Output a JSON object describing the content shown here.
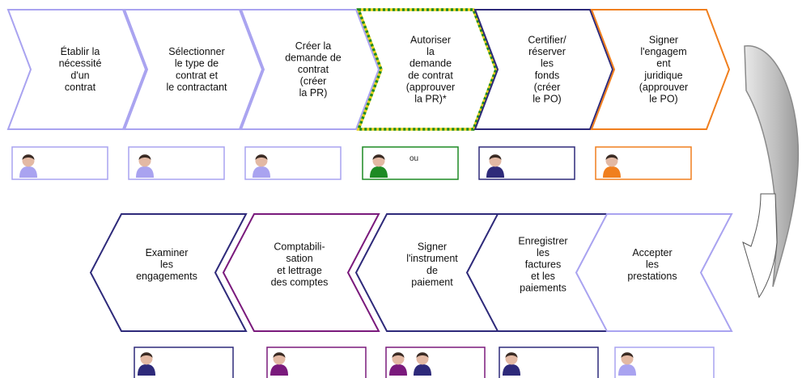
{
  "colors": {
    "light_purple": "#a9a3f0",
    "navy": "#2e2a7a",
    "green": "#1d8a24",
    "orange": "#f07f1e",
    "purple": "#7a1a7c",
    "yellow": "#e6d21a",
    "gray_arrow": "#c8c8c8"
  },
  "row1": [
    {
      "lines": [
        "Établir la",
        "nécessité",
        "d'un",
        "contrat"
      ],
      "color": "light_purple"
    },
    {
      "lines": [
        "Sélectionner",
        "le type de",
        "contrat et",
        "le contractant"
      ],
      "color": "light_purple"
    },
    {
      "lines": [
        "Créer la",
        "demande de",
        "contrat",
        "(créer",
        "la PR)"
      ],
      "color": "light_purple"
    },
    {
      "lines": [
        "Autoriser",
        "la",
        "demande",
        "de contrat",
        "(approuver",
        "la PR)*"
      ],
      "color": "green",
      "dashed": true
    },
    {
      "lines": [
        "Certifier/",
        "réserver",
        "les",
        "fonds",
        "(créer",
        "le PO)"
      ],
      "color": "navy"
    },
    {
      "lines": [
        "Signer",
        "l'engagem",
        "ent",
        "juridique",
        "(approuver",
        "le PO)"
      ],
      "color": "orange"
    }
  ],
  "row2": [
    {
      "lines": [
        "Examiner",
        "les",
        "engagements"
      ],
      "color": "navy"
    },
    {
      "lines": [
        "Comptabili-",
        "sation",
        "et lettrage",
        "des comptes"
      ],
      "color": "purple"
    },
    {
      "lines": [
        "Signer",
        "l'instrument",
        "de",
        "paiement"
      ],
      "color": "navy"
    },
    {
      "lines": [
        "Enregistrer",
        "les",
        "factures",
        "et les",
        "paiements"
      ],
      "color": "navy"
    },
    {
      "lines": [
        "Accepter",
        "les",
        "prestations"
      ],
      "color": "light_purple"
    }
  ],
  "row1_actors": [
    {
      "avatars": [
        "light_purple"
      ],
      "color": "light_purple"
    },
    {
      "avatars": [
        "light_purple"
      ],
      "color": "light_purple"
    },
    {
      "avatars": [
        "light_purple"
      ],
      "color": "light_purple"
    },
    {
      "avatars": [
        "green"
      ],
      "color": "green",
      "label": "ou"
    },
    {
      "avatars": [
        "navy"
      ],
      "color": "navy"
    },
    {
      "avatars": [
        "orange"
      ],
      "color": "orange"
    }
  ],
  "row2_actors": [
    {
      "avatars": [
        "navy"
      ],
      "color": "navy"
    },
    {
      "avatars": [
        "purple"
      ],
      "color": "purple"
    },
    {
      "avatars": [
        "purple",
        "navy"
      ],
      "color": "purple"
    },
    {
      "avatars": [
        "navy"
      ],
      "color": "navy"
    },
    {
      "avatars": [
        "light_purple"
      ],
      "color": "light_purple"
    }
  ]
}
